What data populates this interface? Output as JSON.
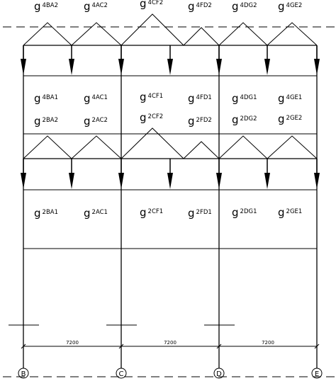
{
  "labels": {
    "top_row": [
      {
        "g": "g",
        "sub": "4BA2"
      },
      {
        "g": "g",
        "sub": "4AC2"
      },
      {
        "g": "g",
        "sub": "4CF2"
      },
      {
        "g": "g",
        "sub": "4FD2"
      },
      {
        "g": "g",
        "sub": "4DG2"
      },
      {
        "g": "g",
        "sub": "4GE2"
      }
    ],
    "mid_row1": [
      {
        "g": "g",
        "sub": "4BA1"
      },
      {
        "g": "g",
        "sub": "4AC1"
      },
      {
        "g": "g",
        "sub": "4CF1"
      },
      {
        "g": "g",
        "sub": "4FD1"
      },
      {
        "g": "g",
        "sub": "4DG1"
      },
      {
        "g": "g",
        "sub": "4GE1"
      }
    ],
    "mid_row2": [
      {
        "g": "g",
        "sub": "2BA2"
      },
      {
        "g": "g",
        "sub": "2AC2"
      },
      {
        "g": "g",
        "sub": "2CF2"
      },
      {
        "g": "g",
        "sub": "2FD2"
      },
      {
        "g": "g",
        "sub": "2DG2"
      },
      {
        "g": "g",
        "sub": "2GE2"
      }
    ],
    "low_row": [
      {
        "g": "g",
        "sub": "2BA1"
      },
      {
        "g": "g",
        "sub": "2AC1"
      },
      {
        "g": "g",
        "sub": "2CF1"
      },
      {
        "g": "g",
        "sub": "2FD1"
      },
      {
        "g": "g",
        "sub": "2DG1"
      },
      {
        "g": "g",
        "sub": "2GE1"
      }
    ]
  },
  "dimensions": [
    "7200",
    "7200",
    "7200"
  ],
  "axes": [
    "B",
    "C",
    "D",
    "E"
  ]
}
